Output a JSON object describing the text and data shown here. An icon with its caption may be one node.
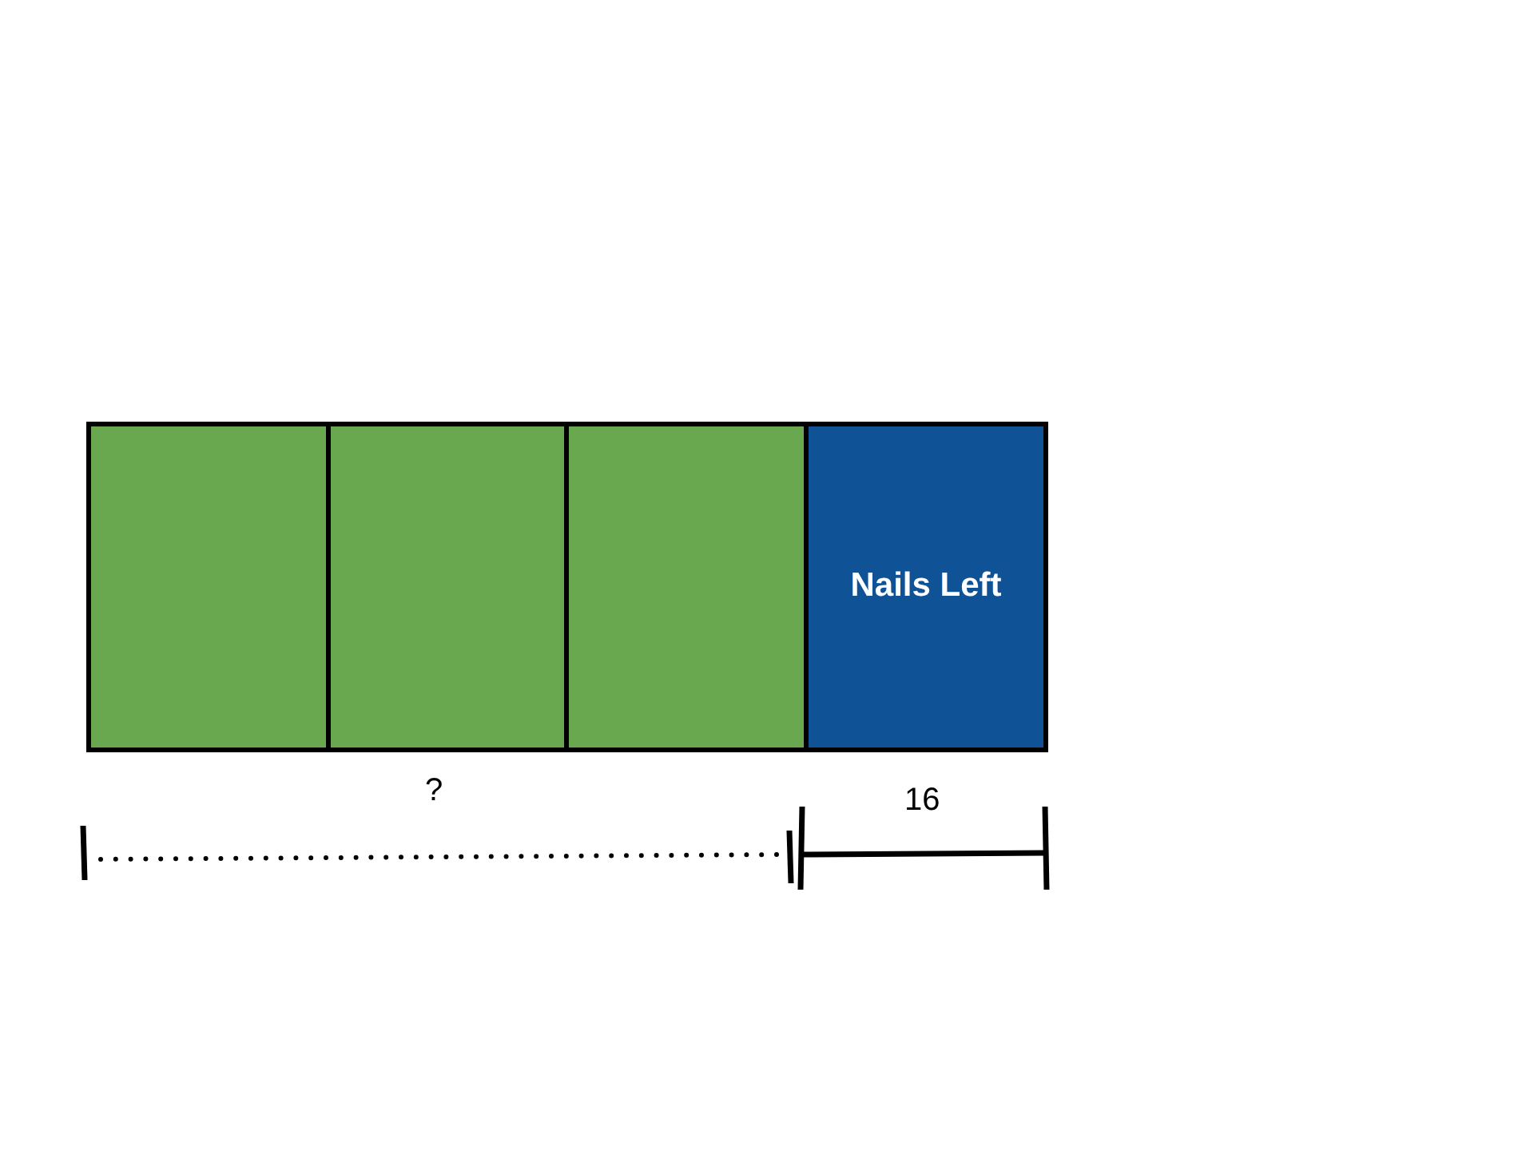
{
  "diagram": {
    "nodes": [
      {
        "text": [],
        "shape": "box"
      },
      {
        "text": [],
        "shape": "box"
      },
      {
        "text": [],
        "shape": "box"
      },
      {
        "text": [
          "Nails Left"
        ]
      }
    ],
    "labels": [
      "?",
      "16"
    ]
  }
}
